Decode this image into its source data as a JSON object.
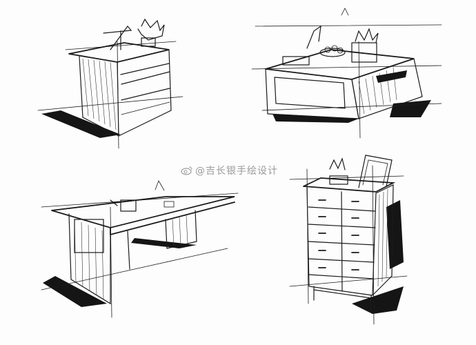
{
  "watermark": {
    "text": "@吉长银手绘设计",
    "icon": "weibo-icon"
  },
  "sketches": [
    {
      "subject": "bedside-cabinet"
    },
    {
      "subject": "coffee-table"
    },
    {
      "subject": "desk"
    },
    {
      "subject": "chest-of-drawers"
    }
  ],
  "colors": {
    "paper": "#fdfdfd",
    "ink": "#1a1a1a",
    "watermark": "#9a9a9a"
  }
}
